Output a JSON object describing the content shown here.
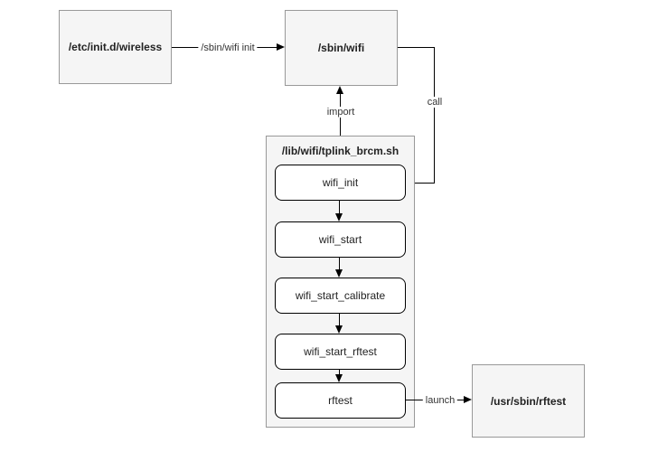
{
  "diagram": {
    "nodes": {
      "source_script": "/etc/init.d/wireless",
      "wifi_binary": "/sbin/wifi",
      "rftest_binary": "/usr/sbin/rftest"
    },
    "container": {
      "title": "/lib/wifi/tplink_brcm.sh",
      "functions": [
        "wifi_init",
        "wifi_start",
        "wifi_start_calibrate",
        "wifi_start_rftest",
        "rftest"
      ]
    },
    "edge_labels": {
      "init": "/sbin/wifi init",
      "call": "call",
      "import": "import",
      "launch": "launch"
    },
    "colors": {
      "background": "#ffffff",
      "node_fill": "#f5f5f5",
      "node_border": "#999999",
      "function_fill": "#ffffff",
      "function_border": "#000000",
      "edge_color": "#000000",
      "text_color": "#222222"
    }
  }
}
